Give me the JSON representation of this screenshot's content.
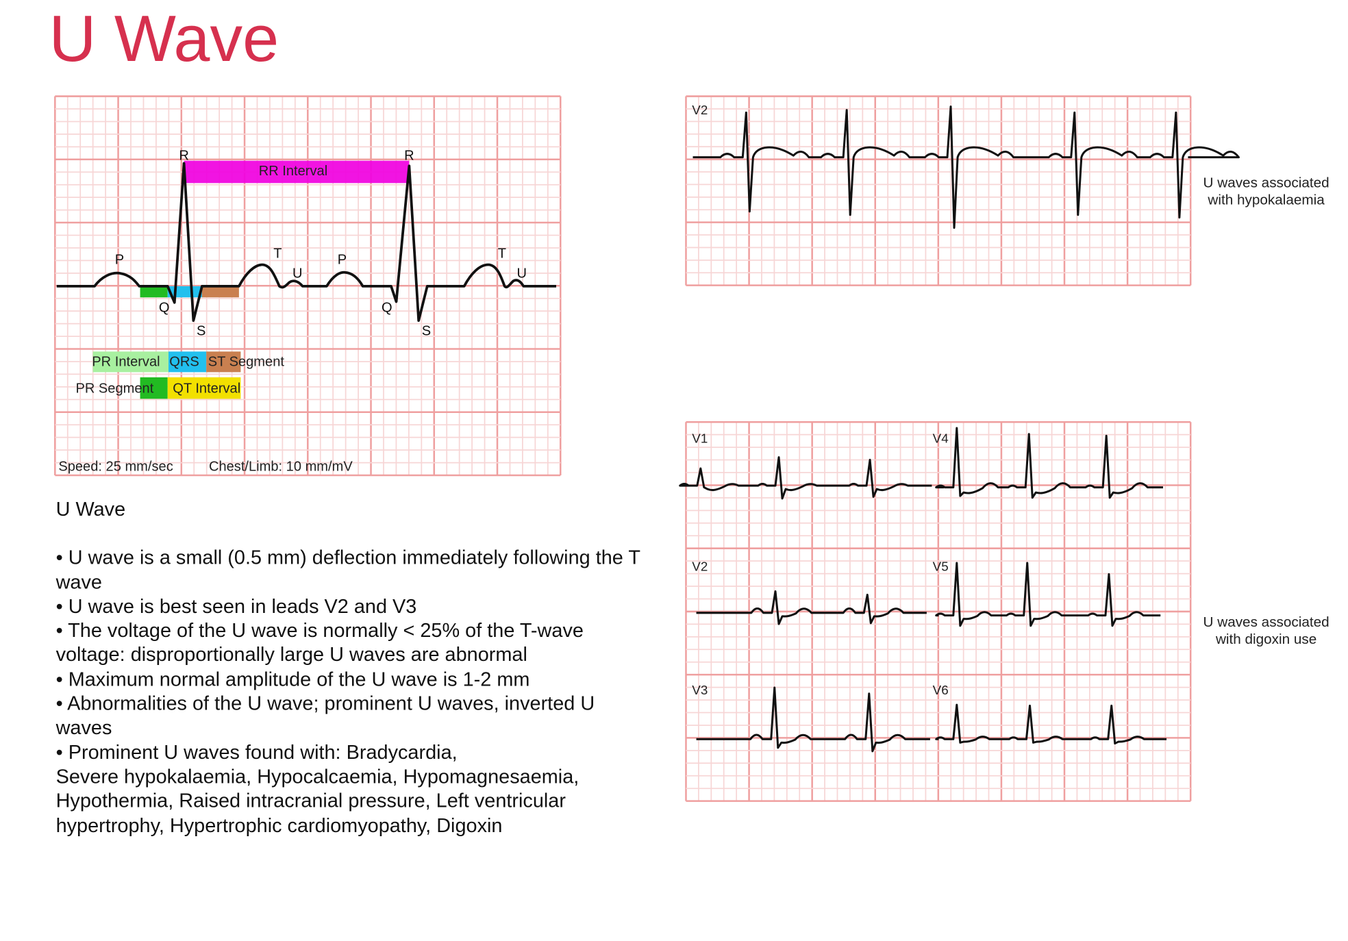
{
  "title": "U Wave",
  "colors": {
    "title": "#d6304e",
    "grid_minor": "#f7d6d6",
    "grid_major": "#ef9f9f",
    "rr_interval": "#f000e0",
    "pr_interval": "#a8f0a0",
    "pr_segment": "#22bb22",
    "qrs": "#22c0ee",
    "st_segment": "#c98050",
    "qt_interval": "#f2e000"
  },
  "diagram": {
    "wave_labels": {
      "p1": "P",
      "q1": "Q",
      "r1": "R",
      "s1": "S",
      "t1": "T",
      "u1": "U",
      "p2": "P",
      "q2": "Q",
      "r2": "R",
      "s2": "S",
      "t2": "T",
      "u2": "U"
    },
    "rr_interval": "RR Interval",
    "legend": {
      "pr_interval": "PR Interval",
      "qrs": "QRS",
      "st_segment": "ST Segment",
      "pr_segment": "PR Segment",
      "qt_interval": "QT Interval"
    },
    "speed": "Speed: 25 mm/sec",
    "gain": "Chest/Limb: 10 mm/mV"
  },
  "notes": {
    "heading": "U Wave",
    "bullets": [
      "• U wave is a small (0.5 mm) deflection immediately following the T wave",
      "• U wave is best seen in leads V2 and V3",
      "• The voltage of the U wave is normally < 25% of the T-wave voltage: disproportionally large U waves are abnormal",
      "• Maximum normal amplitude of the U wave is 1-2 mm",
      "• Abnormalities of the U wave; prominent U waves, inverted U waves",
      "• Prominent U waves found with: Bradycardia,",
      "Severe hypokalaemia, Hypocalcaemia, Hypomagnesaemia, Hypothermia, Raised intracranial pressure, Left ventricular hypertrophy, Hypertrophic cardiomyopathy, Digoxin"
    ]
  },
  "hypokalaemia_strip": {
    "lead": "V2",
    "caption_line1": "U waves associated",
    "caption_line2": "with hypokalaemia"
  },
  "digoxin_strip": {
    "leads": [
      "V1",
      "V4",
      "V2",
      "V5",
      "V3",
      "V6"
    ],
    "caption_line1": "U waves associated",
    "caption_line2": "with digoxin use"
  }
}
